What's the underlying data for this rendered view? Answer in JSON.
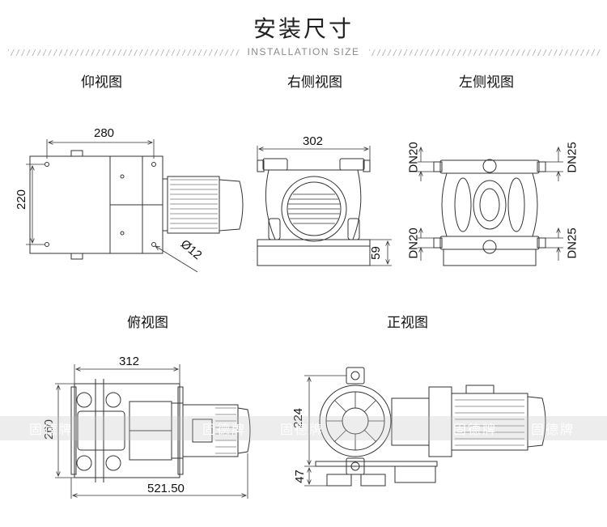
{
  "header": {
    "title": "安装尺寸",
    "subtitle": "INSTALLATION SIZE"
  },
  "views": {
    "bottom": "仰视图",
    "right": "右侧视图",
    "left": "左侧视图",
    "top": "俯视图",
    "front": "正视图"
  },
  "dimensions": {
    "bottom_width": "280",
    "bottom_height": "220",
    "bottom_hole": "Ø12",
    "right_width": "302",
    "right_base": "59",
    "left_dn20_top": "DN20",
    "left_dn25_top": "DN25",
    "left_dn20_bottom": "DN20",
    "left_dn25_bottom": "DN25",
    "top_width": "312",
    "top_height": "260",
    "top_length": "521.50",
    "front_height": "224",
    "front_base": "47"
  },
  "watermark": {
    "text": "固德牌"
  },
  "colors": {
    "line": "#333333",
    "watermark_band": "#bebebe"
  }
}
